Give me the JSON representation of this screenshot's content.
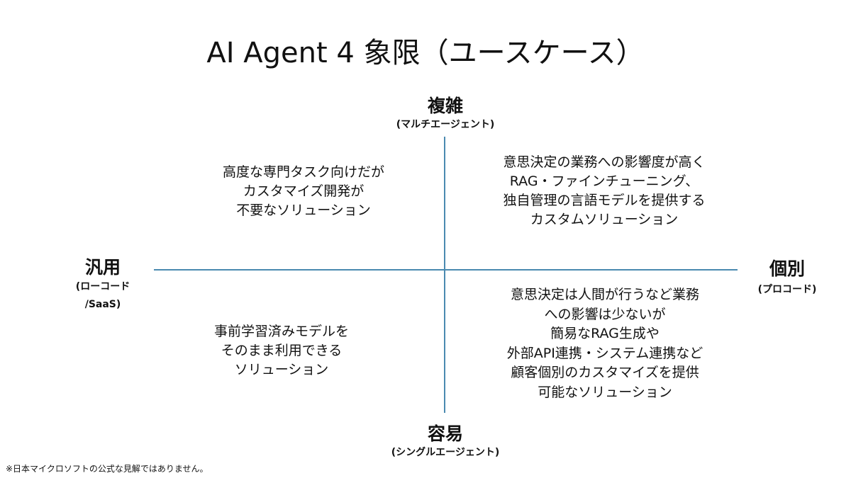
{
  "title": "AI Agent 4 象限（ユースケース）",
  "axes": {
    "top": {
      "label": "複雑",
      "sub": "(マルチエージェント)"
    },
    "bottom": {
      "label": "容易",
      "sub": "(シングルエージェント)"
    },
    "left": {
      "label": "汎用",
      "sub1": "(ローコード",
      "sub2": "/SaaS)"
    },
    "right": {
      "label": "個別",
      "sub": "(プロコード)"
    }
  },
  "quadrants": {
    "top_left": [
      "高度な専門タスク向けだが",
      "カスタマイズ開発が",
      "不要なソリューション"
    ],
    "top_right": [
      "意思決定の業務への影響度が高く",
      "RAG・ファインチューニング、",
      "独自管理の言語モデルを提供する",
      "カスタムソリューション"
    ],
    "bottom_left": [
      "事前学習済みモデルを",
      "そのまま利用できる",
      "ソリューション"
    ],
    "bottom_right": [
      "意思決定は人間が行うなど業務",
      "への影響は少ないが",
      "簡易なRAG生成や",
      "外部API連携・システム連携など",
      "顧客個別のカスタマイズを提供",
      "可能なソリューション"
    ]
  },
  "footnote": "※日本マイクロソフトの公式な見解ではありません。",
  "colors": {
    "axis": "#4a8ab0"
  }
}
